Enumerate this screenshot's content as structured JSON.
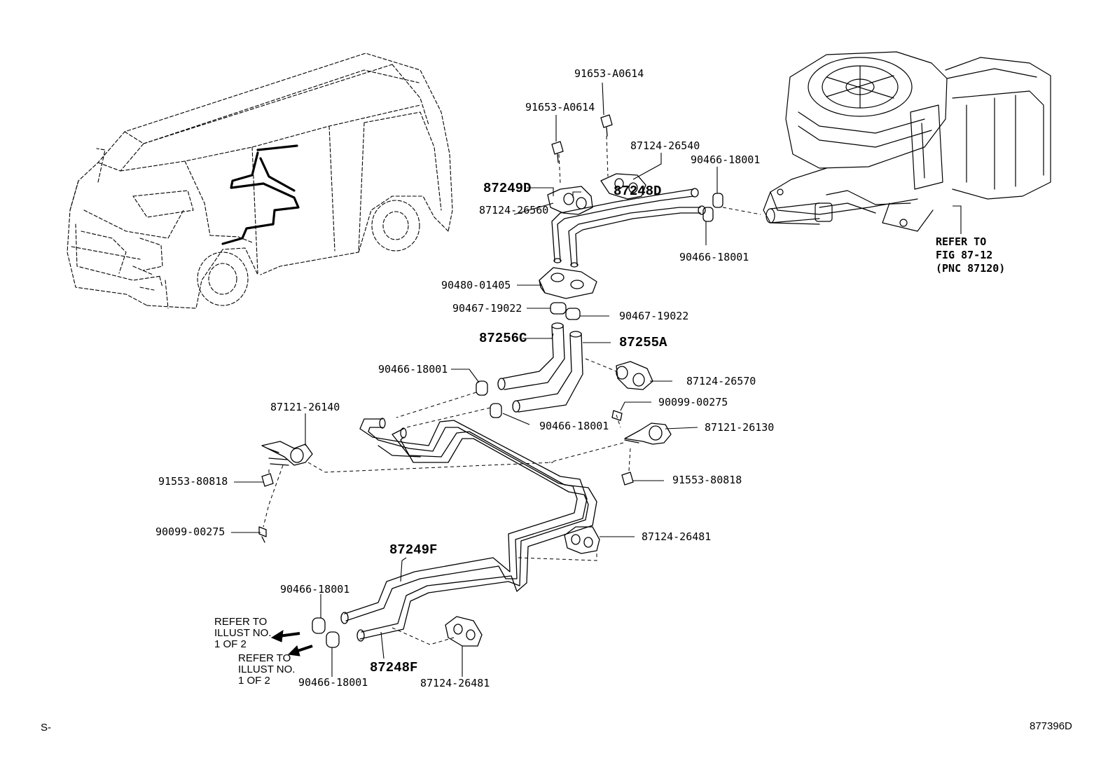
{
  "parts": {
    "p91653_a0614_top": "91653-A0614",
    "p91653_a0614_left": "91653-A0614",
    "p87124_26540": "87124-26540",
    "p90466_18001_a": "90466-18001",
    "p87124_26560": "87124-26560",
    "p87249d": "87249D",
    "p87248d": "87248D",
    "p90466_18001_b": "90466-18001",
    "p90480_01405": "90480-01405",
    "p90467_19022_a": "90467-19022",
    "p90467_19022_b": "90467-19022",
    "p87256c": "87256C",
    "p87255a": "87255A",
    "p90466_18001_c": "90466-18001",
    "p87124_26570": "87124-26570",
    "p87121_26140": "87121-26140",
    "p90099_00275_a": "90099-00275",
    "p90466_18001_d": "90466-18001",
    "p87121_26130": "87121-26130",
    "p91553_80818_a": "91553-80818",
    "p91553_80818_b": "91553-80818",
    "p90099_00275_b": "90099-00275",
    "p87124_26481_a": "87124-26481",
    "p87249f": "87249F",
    "p90466_18001_e": "90466-18001",
    "p87248f": "87248F",
    "p90466_18001_f": "90466-18001",
    "p87124_26481_b": "87124-26481"
  },
  "notes": {
    "refer_fig": "REFER TO\nFIG 87-12\n(PNC 87120)",
    "refer_illust_1": "REFER TO\nILLUST NO.\n1 OF 2",
    "refer_illust_2": "REFER TO\nILLUST NO.\n1 OF 2"
  },
  "footer": {
    "left_code": "S-",
    "figure_code": "877396D"
  }
}
